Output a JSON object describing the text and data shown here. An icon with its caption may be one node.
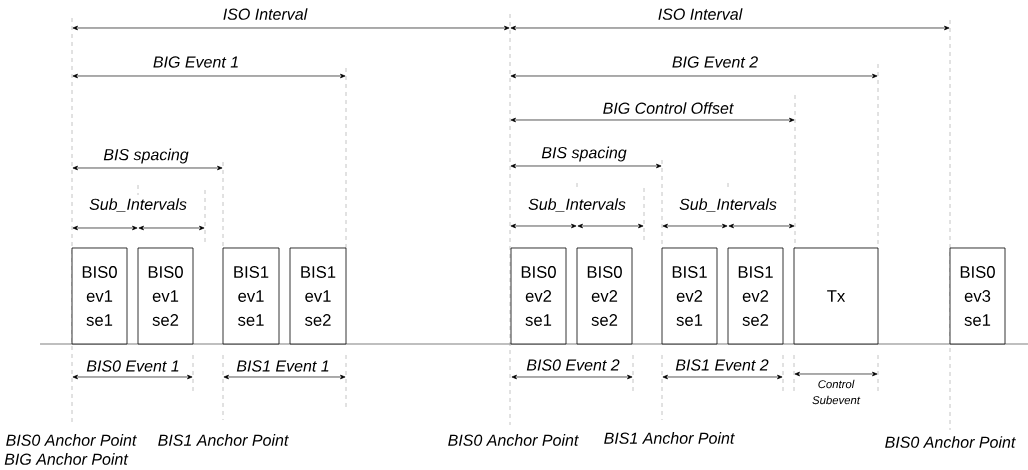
{
  "diagram": {
    "nodes": [
      {
        "text": [
          "BIS0 ev1 se1"
        ]
      },
      {
        "text": [
          "BIS0 ev1 se2"
        ]
      },
      {
        "text": [
          "BIS1 ev1 se1"
        ]
      },
      {
        "text": [
          "BIS1 ev1 se2"
        ]
      },
      {
        "text": [
          "BIS0 ev2 se1"
        ]
      },
      {
        "text": [
          "BIS0 ev2 se2"
        ]
      },
      {
        "text": [
          "BIS1 ev2 se1"
        ]
      },
      {
        "text": [
          "BIS1 ev2 se2"
        ]
      },
      {
        "text": [
          "Tx"
        ]
      },
      {
        "text": [
          "BIS0 ev3 se1"
        ]
      }
    ],
    "labels": [
      "ISO Interval",
      "ISO Interval",
      "BIG Event 1",
      "BIG Event 2",
      "BIG Control Offset",
      "BIS spacing",
      "BIS spacing",
      "Sub_Intervals",
      "Sub_Intervals",
      "Sub_Intervals",
      "BIS0 Event 1",
      "BIS1 Event 1",
      "BIS0 Event 2",
      "BIS1 Event 2",
      "Control Subevent",
      "BIS0 Anchor Point",
      "BIG Anchor Point",
      "BIS1 Anchor Point",
      "BIS0 Anchor Point",
      "BIS1 Anchor Point",
      "BIS0 Anchor Point"
    ]
  }
}
